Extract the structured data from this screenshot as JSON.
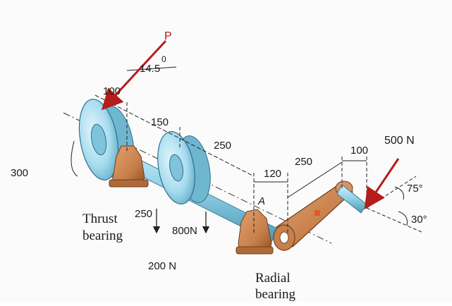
{
  "labels": {
    "force_p": "P",
    "angle_p": "14.5",
    "angle_p_sup": "0",
    "dim_100_top": "100",
    "dim_150": "150",
    "dim_250_mid": "250",
    "dim_250_right": "250",
    "dim_120": "120",
    "dim_100_right": "100",
    "force_500": "500 N",
    "dim_300": "300",
    "point_a": "A",
    "dim_250_low": "250",
    "force_800": "800N",
    "force_200": "200 N",
    "angle_75": "75°",
    "angle_30": "30°",
    "thrust_line1": "Thrust",
    "thrust_line2": "bearing",
    "radial_line1": "Radial",
    "radial_line2": "bearing"
  },
  "colors": {
    "shaft": "#8fd0e6",
    "shaft_dark": "#5aa8c4",
    "pulley": "#a7dcef",
    "bearing": "#c8804a",
    "bearing_dark": "#8e5228",
    "force": "#b51c1c",
    "line": "#222222"
  }
}
